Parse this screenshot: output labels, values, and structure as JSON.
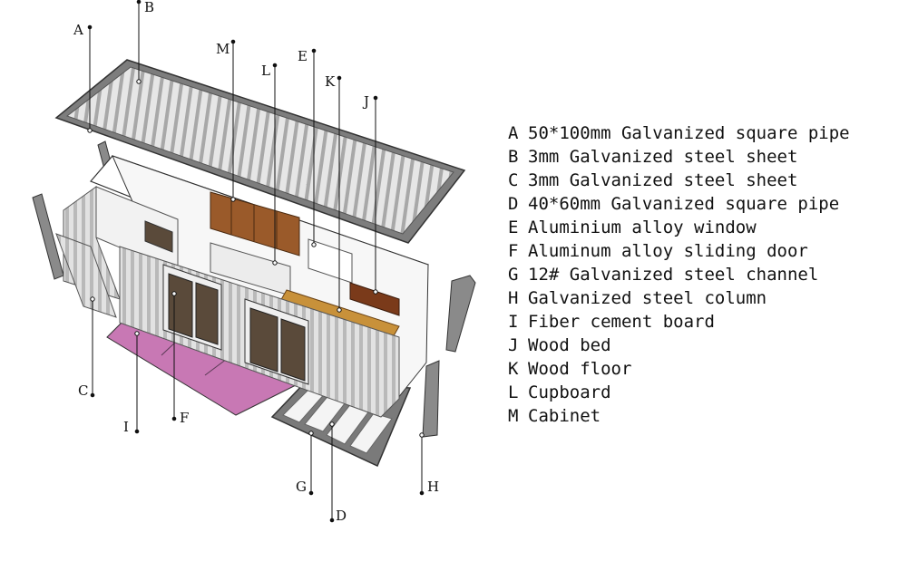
{
  "callouts": {
    "A": "A",
    "B": "B",
    "C": "C",
    "D": "D",
    "E": "E",
    "F": "F",
    "G": "G",
    "H": "H",
    "I": "I",
    "J": "J",
    "K": "K",
    "L": "L",
    "M": "M"
  },
  "legend": [
    {
      "key": "A",
      "text": "50*100mm Galvanized square pipe"
    },
    {
      "key": "B",
      "text": "3mm Galvanized steel sheet"
    },
    {
      "key": "C",
      "text": "3mm Galvanized steel sheet"
    },
    {
      "key": "D",
      "text": "40*60mm Galvanized square pipe"
    },
    {
      "key": "E",
      "text": "Aluminium alloy window"
    },
    {
      "key": "F",
      "text": "Aluminum alloy sliding door"
    },
    {
      "key": "G",
      "text": "12# Galvanized steel channel"
    },
    {
      "key": "H",
      "text": "Galvanized steel column"
    },
    {
      "key": "I",
      "text": "Fiber cement board"
    },
    {
      "key": "J",
      "text": "Wood bed"
    },
    {
      "key": "K",
      "text": "Wood floor"
    },
    {
      "key": "L",
      "text": "Cupboard"
    },
    {
      "key": "M",
      "text": "Cabinet"
    }
  ],
  "colors": {
    "steel": "#8c8c8c",
    "steel_light": "#e6e6e6",
    "fiber_board": "#c878b4",
    "wood": "#9a5a2a",
    "wood_floor": "#c8913a",
    "glass": "#5a4a3a"
  }
}
